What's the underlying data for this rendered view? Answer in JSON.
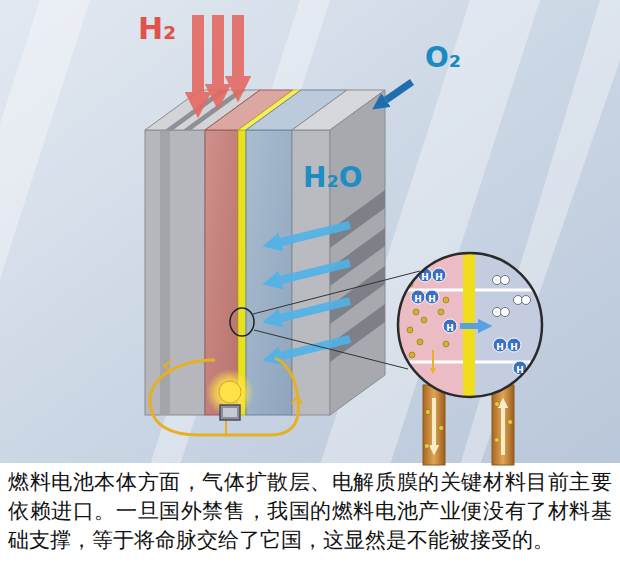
{
  "diagram": {
    "caption": "燃料电池本体方面，气体扩散层、电解质膜的关键材料目前主要依赖进口。一旦国外禁售，我国的燃料电池产业便没有了材料基础支撑，等于将命脉交给了它国，这显然是不能被接受的。",
    "labels": [
      "H₂",
      "O₂",
      "H₂O",
      "H",
      "H",
      "H",
      "H",
      "H",
      "H",
      "H",
      "H"
    ]
  }
}
